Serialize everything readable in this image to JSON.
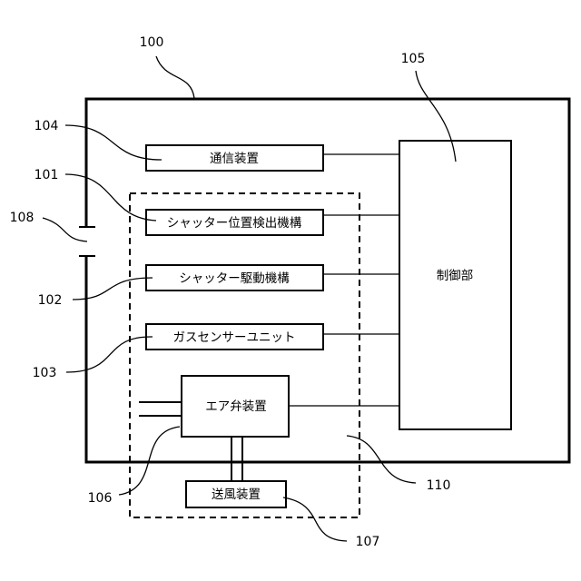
{
  "refs": {
    "r100": "100",
    "r101": "101",
    "r102": "102",
    "r103": "103",
    "r104": "104",
    "r105": "105",
    "r106": "106",
    "r107": "107",
    "r108": "108",
    "r110": "110"
  },
  "components": {
    "communication": "通信装置",
    "shutter_position_detector": "シャッター位置検出機構",
    "shutter_drive": "シャッター駆動機構",
    "gas_sensor_unit": "ガスセンサーユニット",
    "air_valve": "エア弁装置",
    "blower": "送風装置",
    "controller": "制御部"
  }
}
